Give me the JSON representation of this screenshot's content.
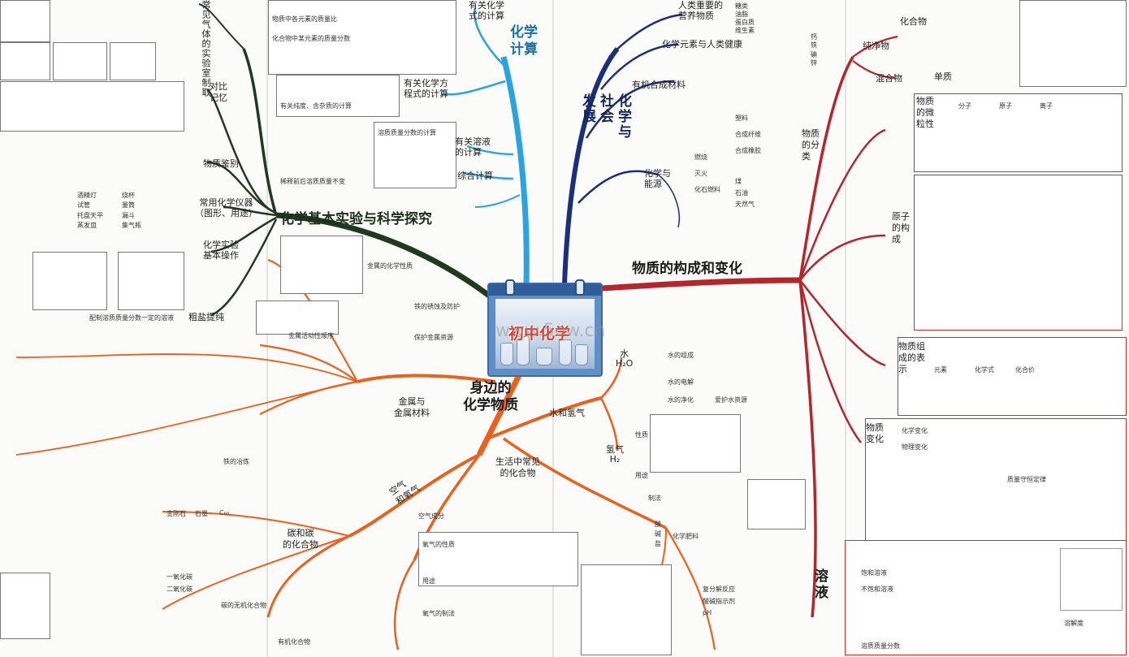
{
  "center": {
    "title": "初中化学"
  },
  "watermark": "www.5ow.cn",
  "branches": {
    "calc": "化学\n计算",
    "society": "化学与\n社会\n发展",
    "lab": "化学基本实验与科学探究",
    "structure": "物质的构成和变化",
    "substances": "身边的\n化学物质"
  },
  "calc": {
    "formula_calc": "有关化学\n式的计算",
    "equation_calc": "有关化学方\n程式的计算",
    "solution_calc": "有关溶液\n的计算",
    "combined_calc": "综合计算",
    "notes": [
      "物质中各元素的质量比",
      "化合物中某元素的质量分数",
      "有关纯度、含杂质的计算",
      "溶质质量分数的计算",
      "稀释前后溶质质量不变"
    ]
  },
  "society": {
    "nutrients": "人类重要的\n营养物质",
    "elements_health": "化学元素与人类健康",
    "organic_materials": "有机合成材料",
    "energy": "化学与\n能源",
    "items": [
      "糖类",
      "油脂",
      "蛋白质",
      "维生素",
      "钙",
      "铁",
      "碘",
      "锌",
      "塑料",
      "合成纤维",
      "合成橡胶",
      "燃烧",
      "灭火",
      "化石燃料",
      "煤",
      "石油",
      "天然气"
    ]
  },
  "lab": {
    "gas_prep": "常见气体的实验室制取",
    "comparison": "对比\n记忆",
    "identification": "物质鉴别",
    "instruments": "常用化学仪器\n（图形、用途）",
    "operations": "化学实验\n基本操作",
    "salt": "粗盐提纯",
    "solution_prep": "配制溶质质量分数一定的溶液",
    "notes": [
      "酒精灯",
      "试管",
      "烧杯",
      "量筒",
      "托盘天平",
      "漏斗",
      "蒸发皿",
      "集气瓶"
    ]
  },
  "structure": {
    "classification": "物质\n的分\n类",
    "pure": "纯净物",
    "mixture": "混合物",
    "compound": "化合物",
    "elemental": "单质",
    "microscopic": "物质\n的微\n粒性",
    "atom_structure": "原子\n的构\n成",
    "composition": "物质组\n成的表\n示",
    "change": "物质\n变化",
    "solution": "溶\n液",
    "notes": [
      "分子",
      "原子",
      "离子",
      "元素",
      "化学式",
      "化合价",
      "化学变化",
      "物理变化",
      "质量守恒定律",
      "溶解度",
      "饱和溶液",
      "不饱和溶液",
      "溶质质量分数"
    ]
  },
  "substances": {
    "metals": "金属与\n金属材料",
    "water_hydrogen": "水和氢气",
    "air_oxygen": "空气\n和氧气",
    "carbon": "碳和碳\n的化合物",
    "common_compounds": "生活中常见\n的化合物",
    "water": "水\nH₂O",
    "hydrogen": "氢气\nH₂",
    "metal_notes": [
      "金属的化学性质",
      "金属活动性顺序",
      "铁的冶炼",
      "铁的锈蚀及防护",
      "保护金属资源"
    ],
    "carbon_notes": [
      "金刚石",
      "石墨",
      "C₆₀",
      "一氧化碳",
      "二氧化碳",
      "碳的无机化合物",
      "有机化合物"
    ],
    "water_notes": [
      "水的组成",
      "水的电解",
      "水的净化",
      "爱护水资源",
      "制法",
      "性质",
      "用途"
    ],
    "compound_notes": [
      "酸",
      "碱",
      "盐",
      "化学肥料",
      "复分解反应",
      "酸碱指示剂",
      "pH"
    ],
    "air_notes": [
      "空气成分",
      "氧气的性质",
      "氧气的制法",
      "用途"
    ]
  },
  "colors": {
    "calc": "#2aa3e0",
    "society": "#1c2f7a",
    "lab": "#1f3a1f",
    "structure": "#b3262b",
    "substances": "#e8621e",
    "center": "#5f8fc8"
  }
}
